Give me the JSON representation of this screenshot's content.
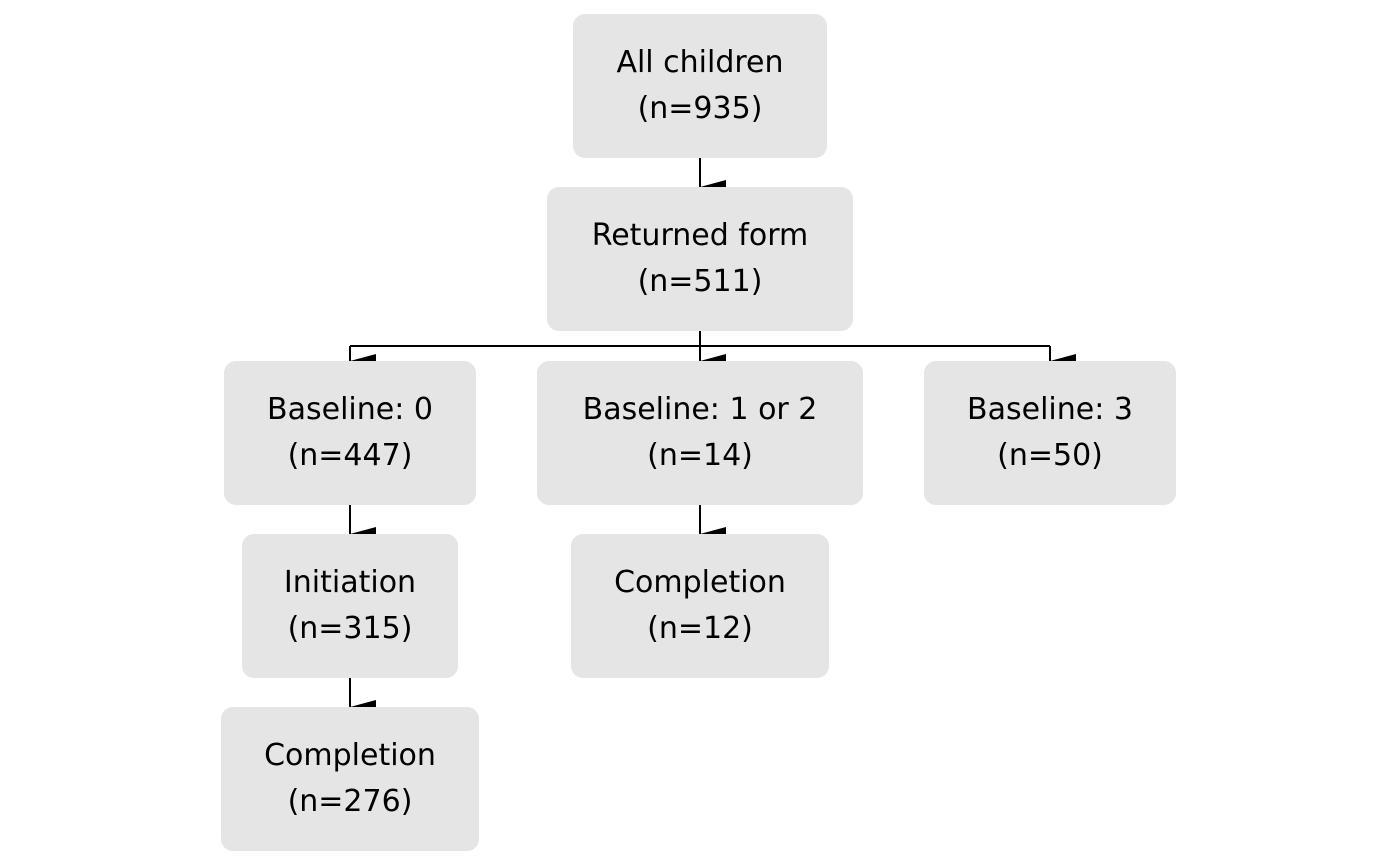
{
  "nodes": {
    "all_children": {
      "label": "All children",
      "count": "(n=935)"
    },
    "returned_form": {
      "label": "Returned form",
      "count": "(n=511)"
    },
    "baseline_0": {
      "label": "Baseline: 0",
      "count": "(n=447)"
    },
    "baseline_1_or_2": {
      "label": "Baseline: 1 or 2",
      "count": "(n=14)"
    },
    "baseline_3": {
      "label": "Baseline: 3",
      "count": "(n=50)"
    },
    "initiation": {
      "label": "Initiation",
      "count": "(n=315)"
    },
    "completion_b0": {
      "label": "Completion",
      "count": "(n=276)"
    },
    "completion_b12": {
      "label": "Completion",
      "count": "(n=12)"
    }
  },
  "edges": [
    {
      "from": "all_children",
      "to": "returned_form"
    },
    {
      "from": "returned_form",
      "to": "baseline_0"
    },
    {
      "from": "returned_form",
      "to": "baseline_1_or_2"
    },
    {
      "from": "returned_form",
      "to": "baseline_3"
    },
    {
      "from": "baseline_0",
      "to": "initiation"
    },
    {
      "from": "initiation",
      "to": "completion_b0"
    },
    {
      "from": "baseline_1_or_2",
      "to": "completion_b12"
    }
  ],
  "colors": {
    "node_fill": "#e5e5e5",
    "line": "#000000",
    "text": "#000000"
  }
}
